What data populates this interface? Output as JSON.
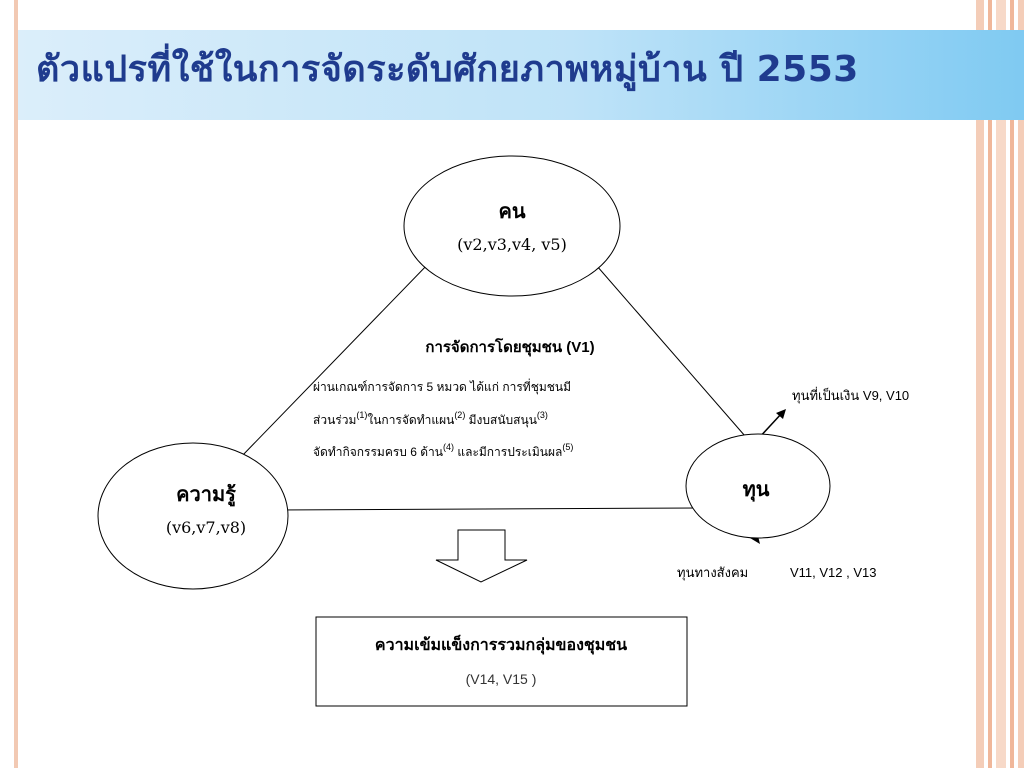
{
  "slide": {
    "title": "ตัวแปรที่ใช้ในการจัดระดับศักยภาพหมู่บ้าน ปี 2553"
  },
  "diagram": {
    "nodes": {
      "people": {
        "label": "คน",
        "vars": "(v2,v3,v4, v5)"
      },
      "knowledge": {
        "label": "ความรู้",
        "vars": "(v6,v7,v8)"
      },
      "capital": {
        "label": "ทุน",
        "vars": ""
      }
    },
    "center": {
      "heading": "การจัดการโดยชุมชน (V1)",
      "lines": [
        {
          "text": "ผ่านเกณฑ์การจัดการ 5 หมวด ได้แก่ การที่ชุมชนมี",
          "sup": ""
        },
        {
          "text": "ส่วนร่วม",
          "sup": "(1)",
          "text2": "ในการจัดทำแผน",
          "sup2": "(2)",
          "text3": " มีงบสนับสนุน",
          "sup3": "(3)"
        },
        {
          "text": "จัดทำกิจกรรมครบ 6 ด้าน",
          "sup": "(4)",
          "text2": " และมีการประเมินผล",
          "sup2": "(5)"
        }
      ]
    },
    "capital_branches": {
      "monetary": "ทุนที่เป็นเงิน V9, V10",
      "social_label": "ทุนทางสังคม",
      "social_vars": "V11, V12 , V13"
    },
    "result": {
      "title": "ความเข้มแข็งการรวมกลุ่มของชุมชน",
      "vars": "(V14, V15 )"
    }
  },
  "colors": {
    "title_text": "#1f3b8e",
    "title_bar_start": "#dbeefa",
    "title_bar_end": "#7fcaf2",
    "stripe": "#f2c9b3",
    "line": "#000000"
  }
}
